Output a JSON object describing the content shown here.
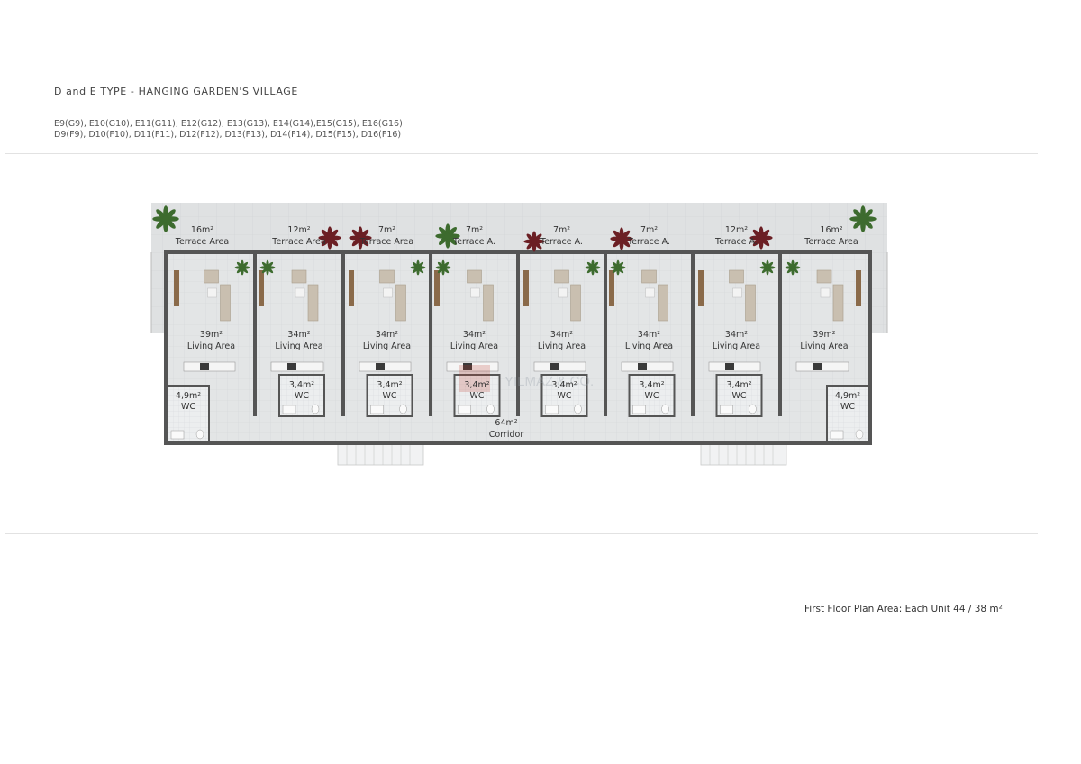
{
  "header": {
    "title": "D and E TYPE - HANGING GARDEN'S VILLAGE",
    "units_line1": "E9(G9), E10(G10), E11(G11), E12(G12), E13(G13), E14(G14),E15(G15), E16(G16)",
    "units_line2": "D9(F9), D10(F10), D11(F11), D12(F12), D13(F13), D14(F14), D15(F15), D16(F16)"
  },
  "plan": {
    "terraces": [
      {
        "area": "16m²",
        "label": "Terrace Area"
      },
      {
        "area": "12m²",
        "label": "Terrace Area"
      },
      {
        "area": "7m²",
        "label": "Terrace Area"
      },
      {
        "area": "7m²",
        "label": "Terrace A."
      },
      {
        "area": "7m²",
        "label": "Terrace A."
      },
      {
        "area": "7m²",
        "label": "Terrace A."
      },
      {
        "area": "12m²",
        "label": "Terrace A."
      },
      {
        "area": "16m²",
        "label": "Terrace Area"
      }
    ],
    "living": [
      {
        "area": "39m²",
        "label": "Living Area"
      },
      {
        "area": "34m²",
        "label": "Living Area"
      },
      {
        "area": "34m²",
        "label": "Living Area"
      },
      {
        "area": "34m²",
        "label": "Living Area"
      },
      {
        "area": "34m²",
        "label": "Living Area"
      },
      {
        "area": "34m²",
        "label": "Living Area"
      },
      {
        "area": "34m²",
        "label": "Living Area"
      },
      {
        "area": "39m²",
        "label": "Living Area"
      }
    ],
    "wc": [
      {
        "area": "4,9m²",
        "label": "WC"
      },
      {
        "area": "3,4m²",
        "label": "WC"
      },
      {
        "area": "3,4m²",
        "label": "WC"
      },
      {
        "area": "3,4m²",
        "label": "WC"
      },
      {
        "area": "3,4m²",
        "label": "WC"
      },
      {
        "area": "3,4m²",
        "label": "WC"
      },
      {
        "area": "3,4m²",
        "label": "WC"
      },
      {
        "area": "4,9m²",
        "label": "WC"
      }
    ],
    "corridor": {
      "area": "64m²",
      "label": "Corridor"
    },
    "watermark": "YILMAZ & CO."
  },
  "footer": {
    "summary": "First Floor Plan Area: Each Unit 44 / 38 m²"
  },
  "colors": {
    "wall": "#555555",
    "floor": "#e3e5e6",
    "tile_line": "#d2d5d7",
    "wood": "#8a6a4a",
    "sofa": "#c9bfb0",
    "plant": "#3d6b2e",
    "plant_red": "#6b1f24"
  }
}
